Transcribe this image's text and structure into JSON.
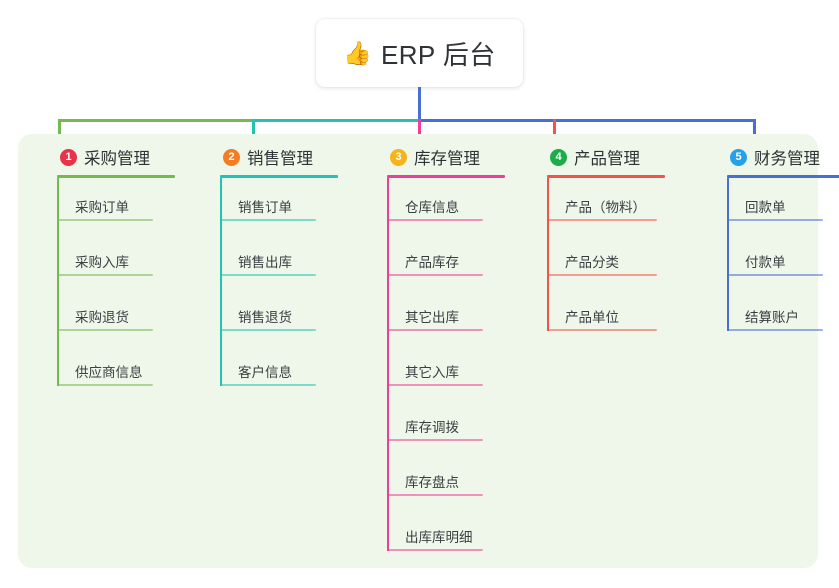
{
  "root": {
    "emoji": "👍",
    "emoji_name": "thumbs-up-icon",
    "title": "ERP 后台"
  },
  "panel": {
    "background_color": "#eef7e9"
  },
  "columns": [
    {
      "number": "1",
      "title": "采购管理",
      "badge_color": "#e8334a",
      "line_color": "#76b852",
      "rule_width": 118,
      "stem_width": 96,
      "items": [
        {
          "label": "采购订单"
        },
        {
          "label": "采购入库"
        },
        {
          "label": "采购退货"
        },
        {
          "label": "供应商信息"
        }
      ]
    },
    {
      "number": "2",
      "title": "销售管理",
      "badge_color": "#f57c20",
      "line_color": "#22c3b0",
      "rule_width": 118,
      "stem_width": 96,
      "items": [
        {
          "label": "销售订单"
        },
        {
          "label": "销售出库"
        },
        {
          "label": "销售退货"
        },
        {
          "label": "客户信息"
        }
      ]
    },
    {
      "number": "3",
      "title": "库存管理",
      "badge_color": "#f6b31b",
      "line_color": "#ec3f96",
      "rule_width": 118,
      "stem_width": 96,
      "items": [
        {
          "label": "仓库信息"
        },
        {
          "label": "产品库存"
        },
        {
          "label": "其它出库"
        },
        {
          "label": "其它入库"
        },
        {
          "label": "库存调拨"
        },
        {
          "label": "库存盘点"
        },
        {
          "label": "出库库明细"
        }
      ]
    },
    {
      "number": "4",
      "title": "产品管理",
      "badge_color": "#1cad4a",
      "line_color": "#f2544b",
      "rule_width": 118,
      "stem_width": 110,
      "items": [
        {
          "label": "产品（物料）"
        },
        {
          "label": "产品分类"
        },
        {
          "label": "产品单位"
        }
      ]
    },
    {
      "number": "5",
      "title": "财务管理",
      "badge_color": "#28a0e8",
      "line_color": "#4a6fd4",
      "rule_width": 118,
      "stem_width": 96,
      "items": [
        {
          "label": "回款单"
        },
        {
          "label": "付款单"
        },
        {
          "label": "结算账户"
        }
      ]
    }
  ],
  "connector_colors": {
    "segment_1": "#76b852",
    "segment_2": "#22c3b0",
    "segment_3": "#4a6fd4",
    "trunk": "#4a6fd4",
    "drop_1": "#76b852",
    "drop_2": "#22c3b0",
    "drop_3": "#ec3f96",
    "drop_4": "#f2544b",
    "drop_5": "#4a6fd4"
  }
}
